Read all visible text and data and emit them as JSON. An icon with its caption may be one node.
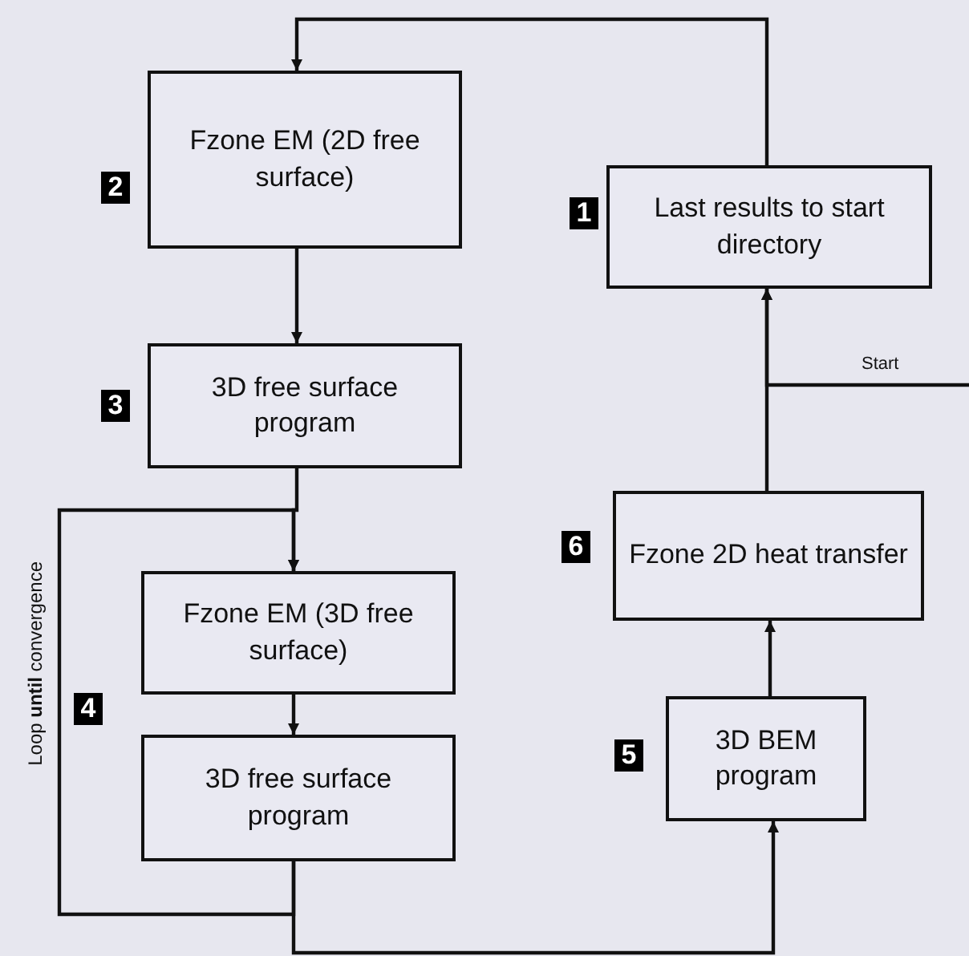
{
  "diagram": {
    "nodes": [
      {
        "text": [
          "Last results to start directory"
        ],
        "beside": [
          "1"
        ]
      },
      {
        "text": [
          "Fzone EM (2D free surface)"
        ],
        "beside": [
          "2"
        ]
      },
      {
        "text": [
          "3D free surface program"
        ],
        "beside": [
          "3"
        ]
      },
      {
        "text": [
          "Fzone EM (3D free surface)"
        ]
      },
      {
        "text": [
          "3D free surface program"
        ]
      },
      {
        "text": [
          "3D BEM program"
        ],
        "beside": [
          "5"
        ]
      },
      {
        "text": [
          "Fzone 2D heat transfer"
        ],
        "beside": [
          "6"
        ]
      }
    ],
    "edges": [
      {
        "from": 0,
        "to": 1,
        "arrow": "to"
      },
      {
        "from": 1,
        "to": 2,
        "arrow": "to"
      },
      {
        "from": 2,
        "to": 3,
        "arrow": "to"
      },
      {
        "from": 3,
        "to": 4,
        "arrow": "to"
      },
      {
        "from": 4,
        "to": 3,
        "arrow": "to"
      },
      {
        "from": 4,
        "to": 5,
        "arrow": "to"
      },
      {
        "from": 5,
        "to": 6,
        "arrow": "to"
      },
      {
        "from": 6,
        "to": 0,
        "arrow": "to"
      },
      {
        "from": null,
        "to": 0,
        "arrow": "to",
        "label": "Start"
      }
    ],
    "labels": [
      "4",
      "Loop **until** convergence"
    ]
  }
}
